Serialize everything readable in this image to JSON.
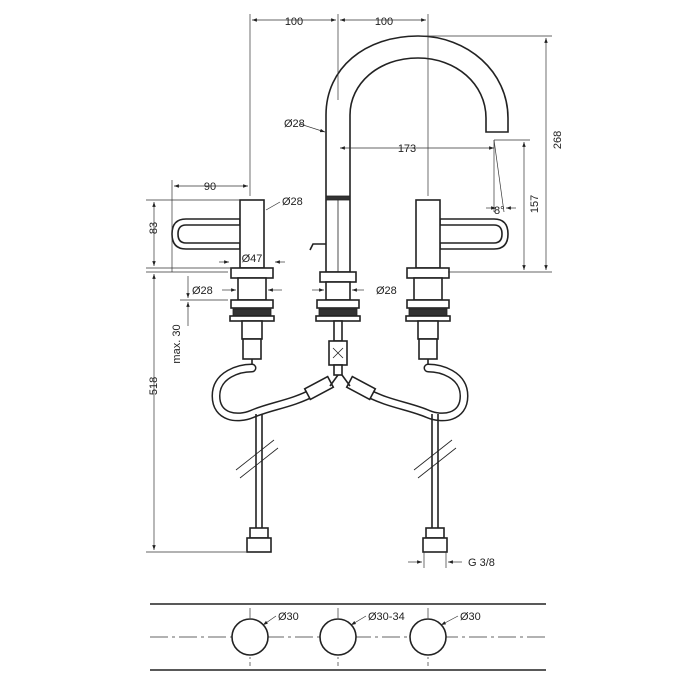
{
  "dimensions": {
    "spacing_left": "100",
    "spacing_right": "100",
    "spout_diameter": "Ø28",
    "spout_reach": "173",
    "overall_height": "268",
    "outlet_height": "157",
    "spout_angle": "8°",
    "handle_reach": "90",
    "handle_diameter": "Ø28",
    "handle_height": "83",
    "flange_diameter": "Ø47",
    "shank_diameter_left": "Ø28",
    "shank_diameter_right": "Ø28",
    "max_deck": "max. 30",
    "hose_length": "518",
    "connection_thread": "G 3/8"
  },
  "deck_holes": {
    "left": "Ø30",
    "center": "Ø30-34",
    "right": "Ø30"
  }
}
